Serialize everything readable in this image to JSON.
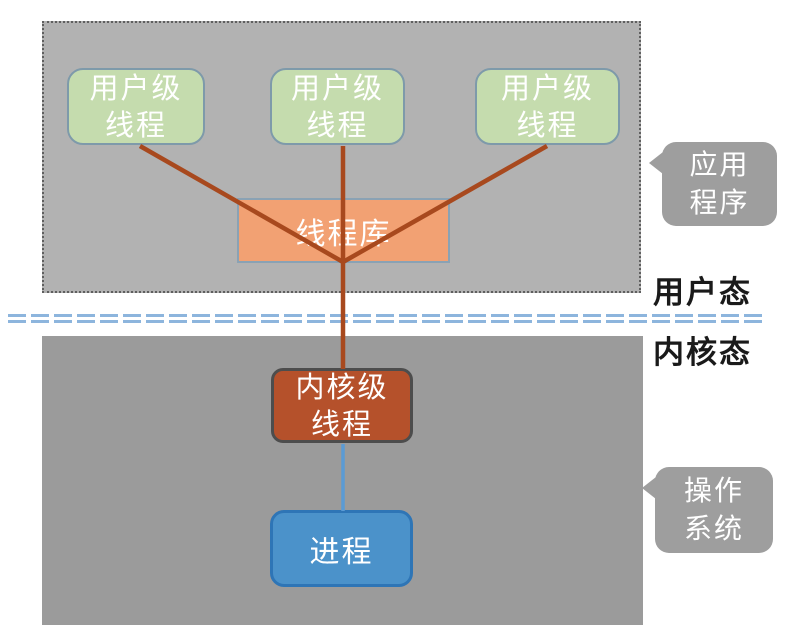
{
  "nodes": {
    "user_thread_1": "用户级\n线程",
    "user_thread_2": "用户级\n线程",
    "user_thread_3": "用户级\n线程",
    "thread_library": "线程库",
    "kernel_thread": "内核级\n线程",
    "process": "进程"
  },
  "labels": {
    "user_mode": "用户态",
    "kernel_mode": "内核态",
    "application": "应用\n程序",
    "operating_system": "操作\n系统"
  },
  "colors": {
    "user_area_bg": "#b2b2b2",
    "kernel_area_bg": "#9b9b9b",
    "user_thread_box_bg": "#c5dcae",
    "user_thread_box_border": "#7e9aaa",
    "thread_library_bg": "#f2a173",
    "kernel_thread_bg": "#b5512b",
    "process_bg": "#4b92ca",
    "process_border": "#2e75b6",
    "connector_rust": "#a8491e",
    "connector_blue": "#5b9bd5",
    "separator_dash": "#8db5dd",
    "callout_bg": "#9e9e9e"
  }
}
